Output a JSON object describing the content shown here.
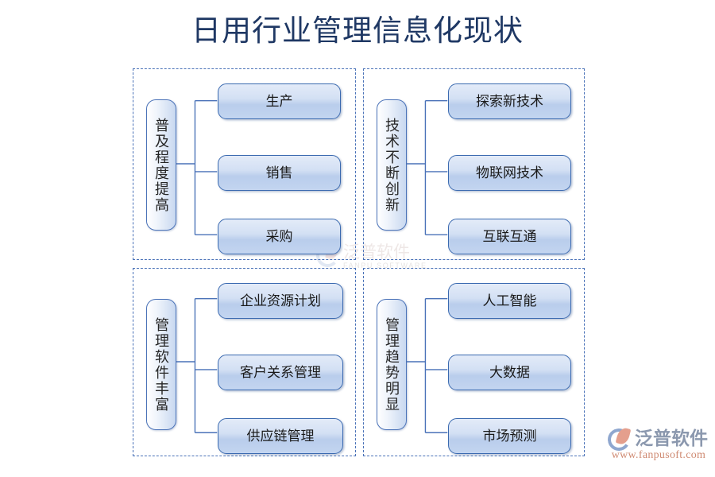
{
  "page": {
    "title": "日用行业管理信息化现状",
    "title_color": "#1F3864",
    "background": "#FFFFFF",
    "accent_border": "#4A72B8",
    "box_border": "#3B6AB0"
  },
  "quadrants": [
    {
      "id": "quad-tl",
      "category": "普及程度提高",
      "items": [
        {
          "label": "生产"
        },
        {
          "label": "销售"
        },
        {
          "label": "采购"
        }
      ]
    },
    {
      "id": "quad-tr",
      "category": "技术不断创新",
      "items": [
        {
          "label": "探索新技术"
        },
        {
          "label": "物联网技术"
        },
        {
          "label": "互联互通"
        }
      ]
    },
    {
      "id": "quad-bl",
      "category": "管理软件丰富",
      "items": [
        {
          "label": "企业资源计划"
        },
        {
          "label": "客户关系管理"
        },
        {
          "label": "供应链管理"
        }
      ]
    },
    {
      "id": "quad-br",
      "category": "管理趋势明显",
      "items": [
        {
          "label": "人工智能"
        },
        {
          "label": "大数据"
        },
        {
          "label": "市场预测"
        }
      ]
    }
  ],
  "center_watermark": {
    "cn": "泛普软件",
    "en": "FANPU SOFTWARE",
    "icon": "fanpu-logo-icon"
  },
  "brand_logo": {
    "cn": "泛普软件",
    "url": "www.fanpusoft.com",
    "icon": "fanpu-logo-icon",
    "cn_color": "#8B98AE",
    "url_color": "#CF8A72"
  }
}
